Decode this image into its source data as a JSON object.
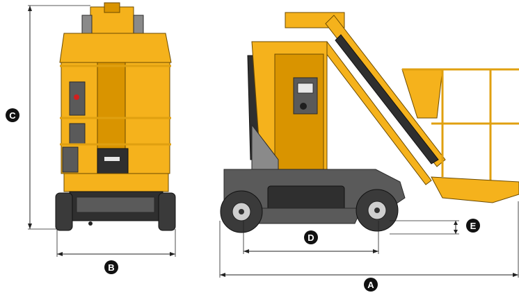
{
  "callouts": {
    "a": "A",
    "b": "B",
    "c": "C",
    "d": "D",
    "e": "E"
  },
  "colors": {
    "machine_yellow": "#f5b21c",
    "machine_grey": "#5a5a5a",
    "callout_black": "#111111"
  }
}
